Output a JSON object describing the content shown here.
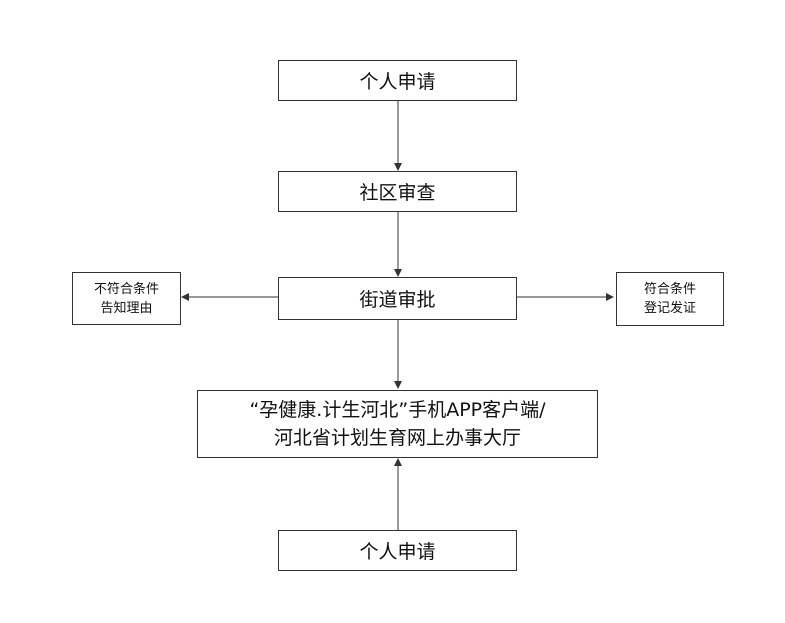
{
  "flow": {
    "apply_top": "个人申请",
    "community_review": "社区审查",
    "street_approval": "街道审批",
    "reject": {
      "line1": "不符合条件",
      "line2": "告知理由"
    },
    "accept": {
      "line1": "符合条件",
      "line2": "登记发证"
    },
    "platform": {
      "line1": "“孕健康.计生河北”手机APP客户端/",
      "line2": "河北省计划生育网上办事大厅"
    },
    "apply_bottom": "个人申请"
  }
}
